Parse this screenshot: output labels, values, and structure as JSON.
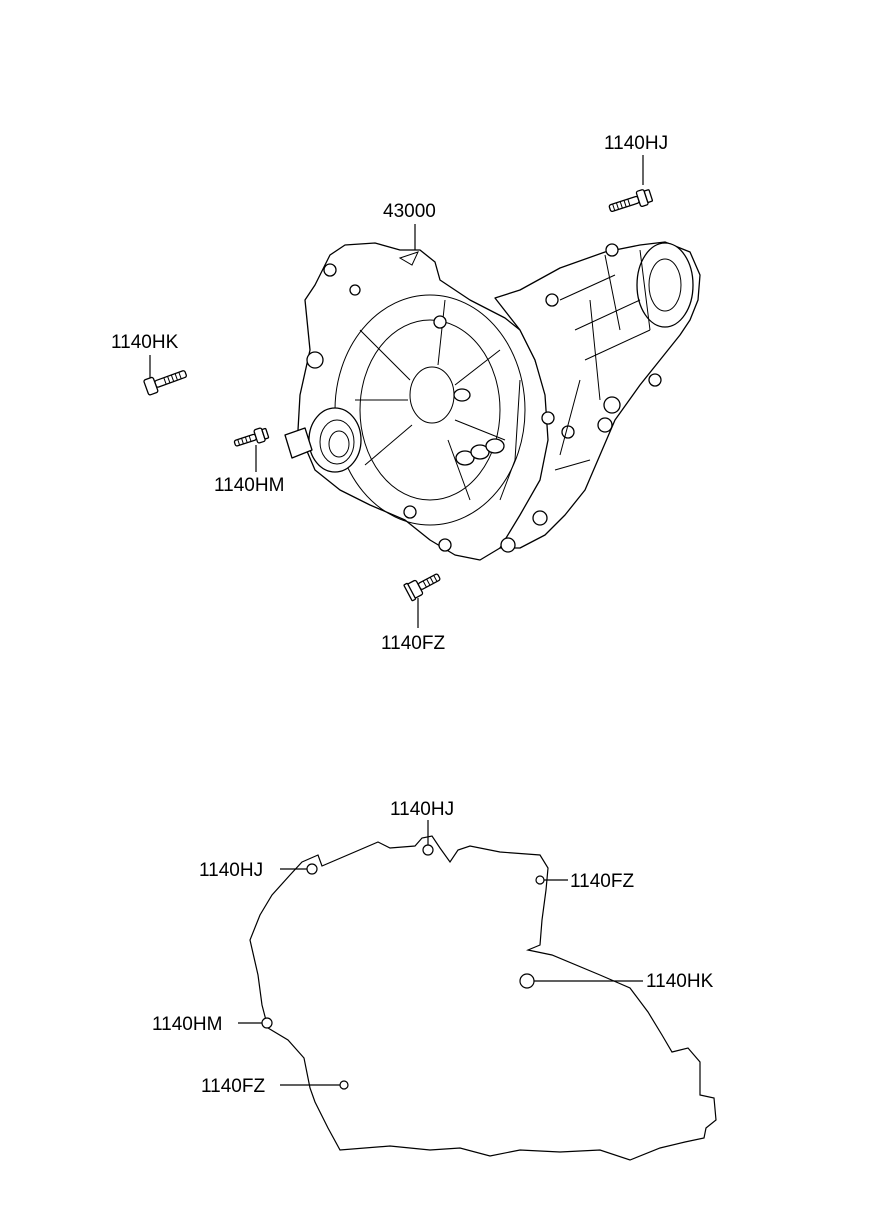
{
  "assembly": {
    "part_number": "43000"
  },
  "bolts": {
    "top_right": "1140HJ",
    "left": "1140HK",
    "left_lower": "1140HM",
    "bottom": "1140FZ"
  },
  "outline_callouts": {
    "top": "1140HJ",
    "upper_left": "1140HJ",
    "upper_right": "1140FZ",
    "right": "1140HK",
    "left": "1140HM",
    "lower_left": "1140FZ"
  }
}
